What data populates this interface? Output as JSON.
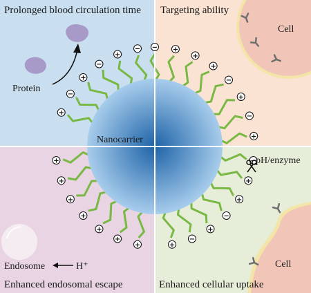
{
  "figure": {
    "quadrants": [
      {
        "id": "top-left",
        "title": "Prolonged blood circulation time",
        "color": "#c9dff0"
      },
      {
        "id": "top-right",
        "title": "Targeting ability",
        "color": "#fbe3d3"
      },
      {
        "id": "bottom-left",
        "title": "Enhanced endosomal escape",
        "color": "#e8d4e3"
      },
      {
        "id": "bottom-right",
        "title": "Enhanced cellular uptake",
        "color": "#e6eeda"
      }
    ],
    "center_label": "Nanocarrier",
    "protein_label": "Protein",
    "cell_label_top": "Cell",
    "cell_label_bottom": "Cell",
    "ph_label": "pH/enzyme",
    "endosome_label": "Endosome",
    "hplus_label": "H⁺",
    "charge_plus": "+",
    "charge_minus": "−",
    "colors": {
      "sphere_center": "#1e63a8",
      "sphere_edge": "#a8cdec",
      "chain": "#78b843",
      "cell_fill": "#f1c6b8",
      "cell_membrane": "#f3e4a8",
      "protein": "#a89ac8",
      "receptor": "#6e6e6e"
    }
  }
}
